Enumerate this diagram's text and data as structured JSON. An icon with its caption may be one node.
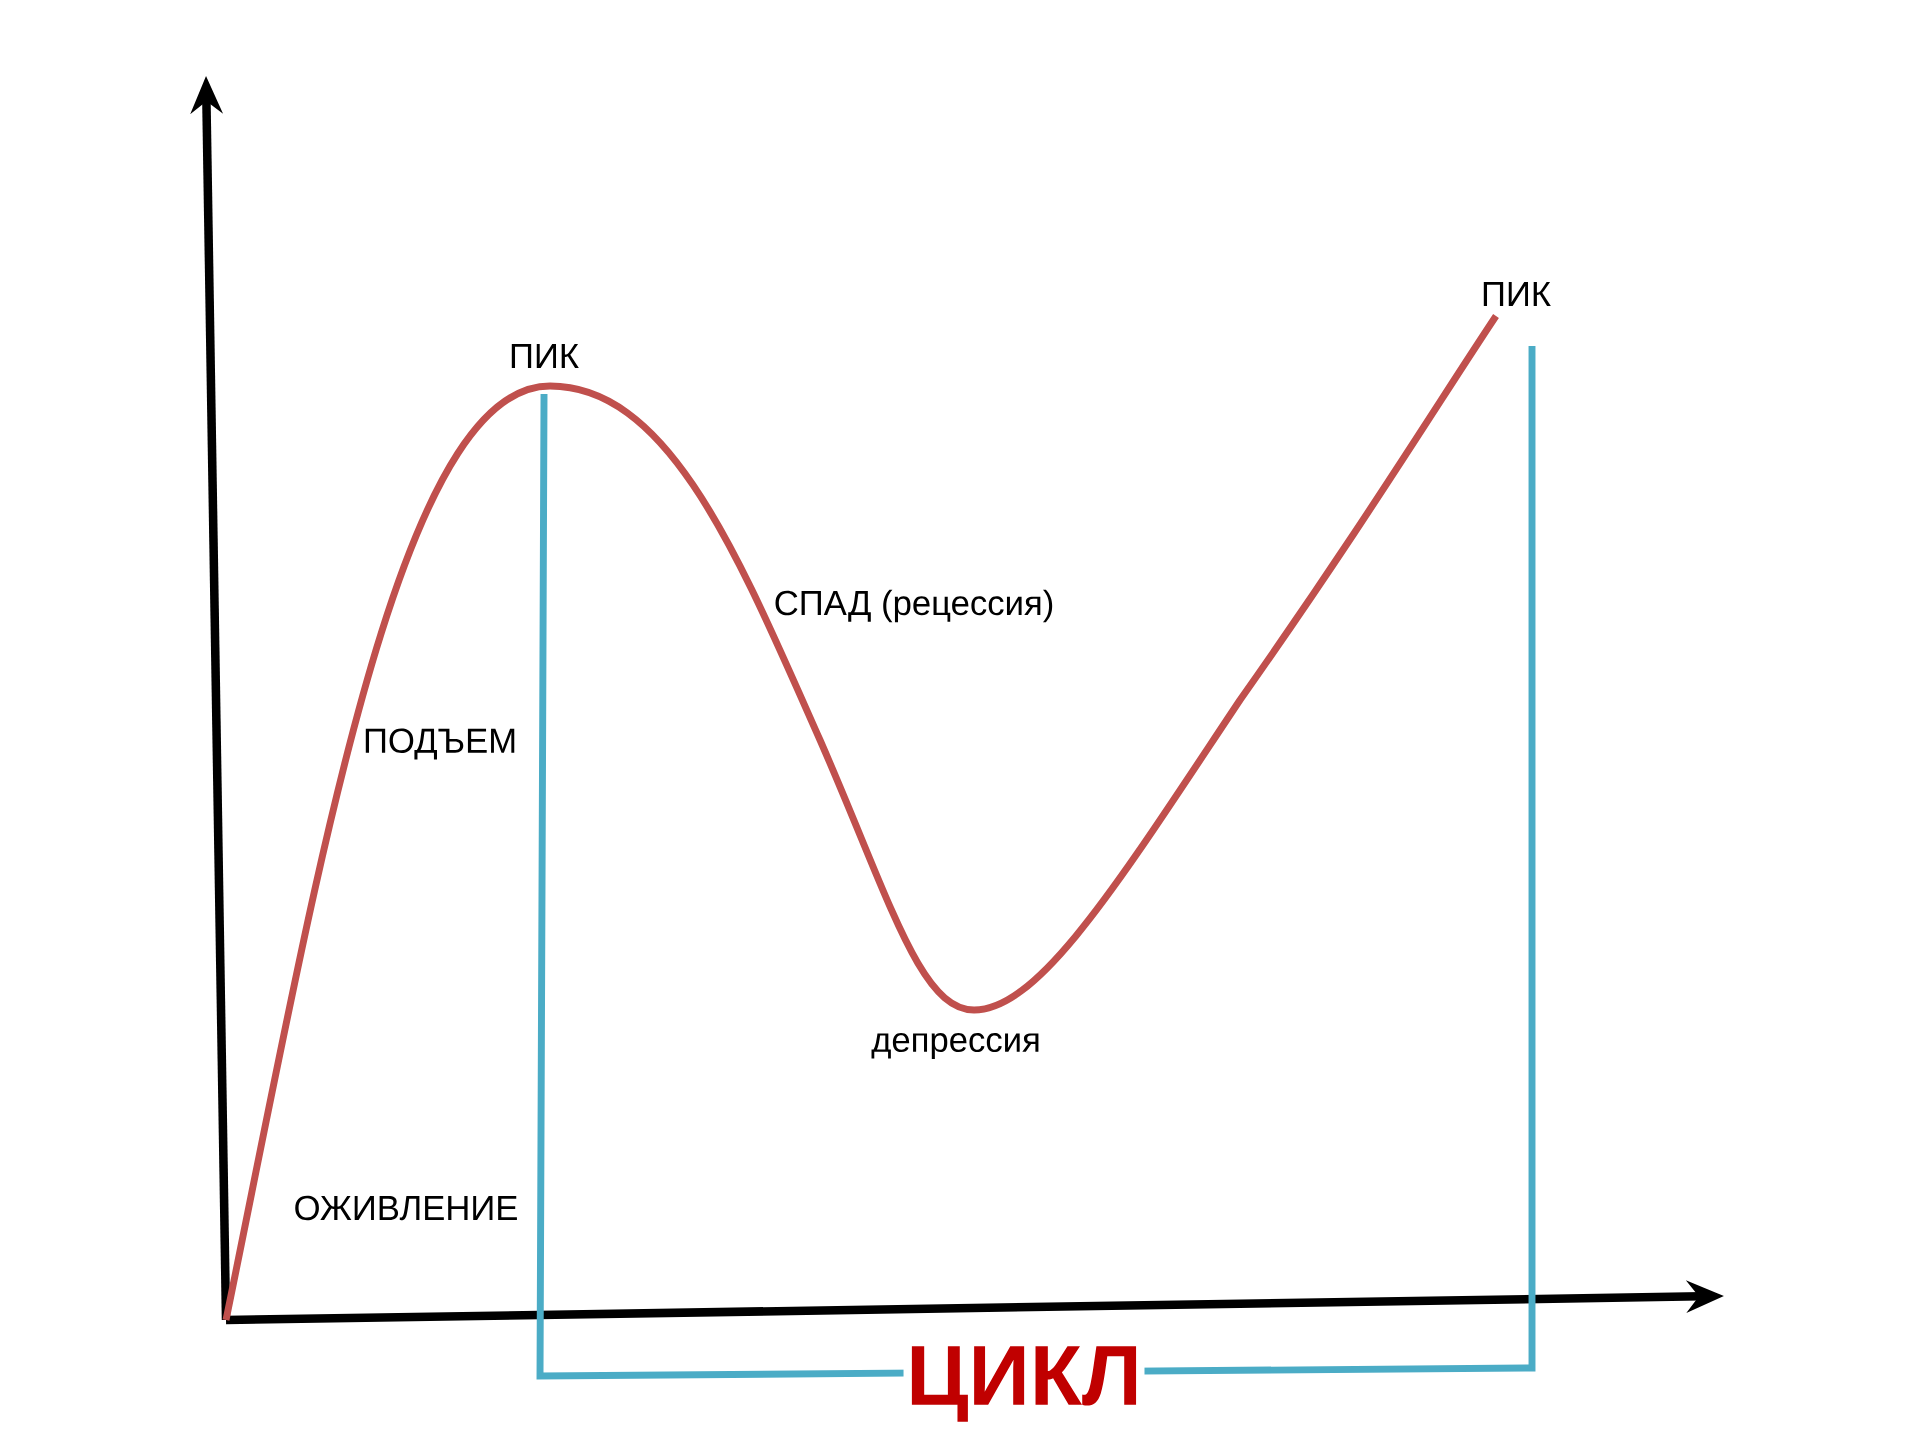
{
  "diagram": {
    "labels": [
      "ПИК",
      "ПИК",
      "СПАД (рецессия)",
      "ПОДЪЕМ",
      "депрессия",
      "ОЖИВЛЕНИЕ",
      "ЦИКЛ"
    ]
  }
}
